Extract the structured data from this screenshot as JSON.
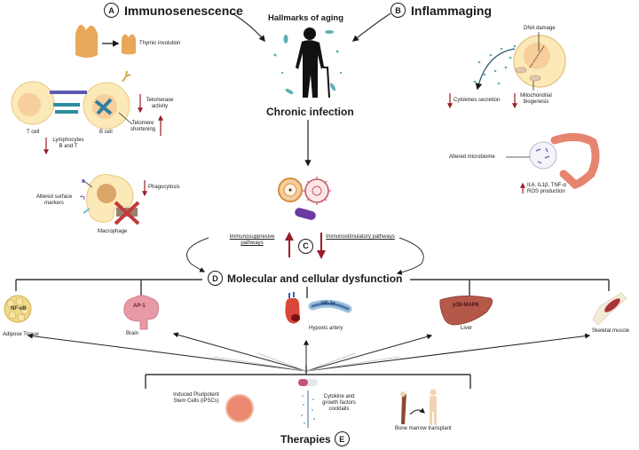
{
  "diagram": {
    "center_title": "Hallmarks of aging",
    "center_subtitle": "Chronic infection",
    "sections": {
      "A": {
        "badge": "A",
        "title": "Immunosenescence"
      },
      "B": {
        "badge": "B",
        "title": "Inflammaging"
      },
      "C": {
        "badge": "C"
      },
      "D": {
        "badge": "D",
        "title": "Molecular and cellular dysfunction"
      },
      "E": {
        "badge": "E",
        "title": "Therapies"
      }
    },
    "immunosenescence": {
      "thymic_involution": "Thymic involution",
      "t_cell": "T cell",
      "b_cell": "B cell",
      "telomerase_activity": "Telomerase activity",
      "telomerase_direction": "down",
      "telomere_shortening": "Telomere shortening",
      "telomere_direction": "up",
      "lymphocytes": "Lymphocytes B and T",
      "lymphocytes_direction": "down",
      "altered_surface_markers": "Altered surface markers",
      "phagocytosis": "Phagocytosis",
      "phagocytosis_direction": "down",
      "macrophage": "Macrophage"
    },
    "inflammaging": {
      "dna_damage": "DNA damage",
      "cytokines_secretion": "Cytokines secretion",
      "cytokines_direction": "down",
      "mitochondrial_biogenesis": "Mitochondrial biogenesis",
      "mitochondrial_direction": "down",
      "altered_microbiome": "Altered microbiome",
      "il_line1": "IL6, IL1β, TNF-α",
      "il_line2": "ROS production",
      "il_direction": "up"
    },
    "pathways": {
      "immunosuppressive": "Immunosuppresive pathways",
      "immunosuppressive_direction": "up",
      "immunostimulatory": "Immunostimulatory pathways",
      "immunostimulatory_direction": "down"
    },
    "tissues": [
      {
        "marker": "NF-κB",
        "label": "Adipose Tissue"
      },
      {
        "marker": "AP-1",
        "label": "Brain"
      },
      {
        "marker": "HIF-1α",
        "label": "Hypoxic artery"
      },
      {
        "marker": "p38-MAPK",
        "label": "Liver"
      },
      {
        "marker": "",
        "label": "Skeletal muscle"
      }
    ],
    "therapies": [
      {
        "label": "Induced Pluripotent Stem Cells (iPSCs)"
      },
      {
        "label": "Cytokine and growth factors cocktails"
      },
      {
        "label": "Bone marrow transplant"
      }
    ],
    "colors": {
      "arrow_red": "#9b1c2a",
      "text": "#1a1a1a",
      "cell_fill": "#fbe9b7",
      "cell_border": "#e8c987",
      "thymus": "#e9a75a",
      "virus_pink": "#c45a6a",
      "bacterium": "#6a3aa0",
      "brain": "#e79aa5",
      "liver": "#b4584a",
      "teal": "#3a9aa0"
    }
  }
}
